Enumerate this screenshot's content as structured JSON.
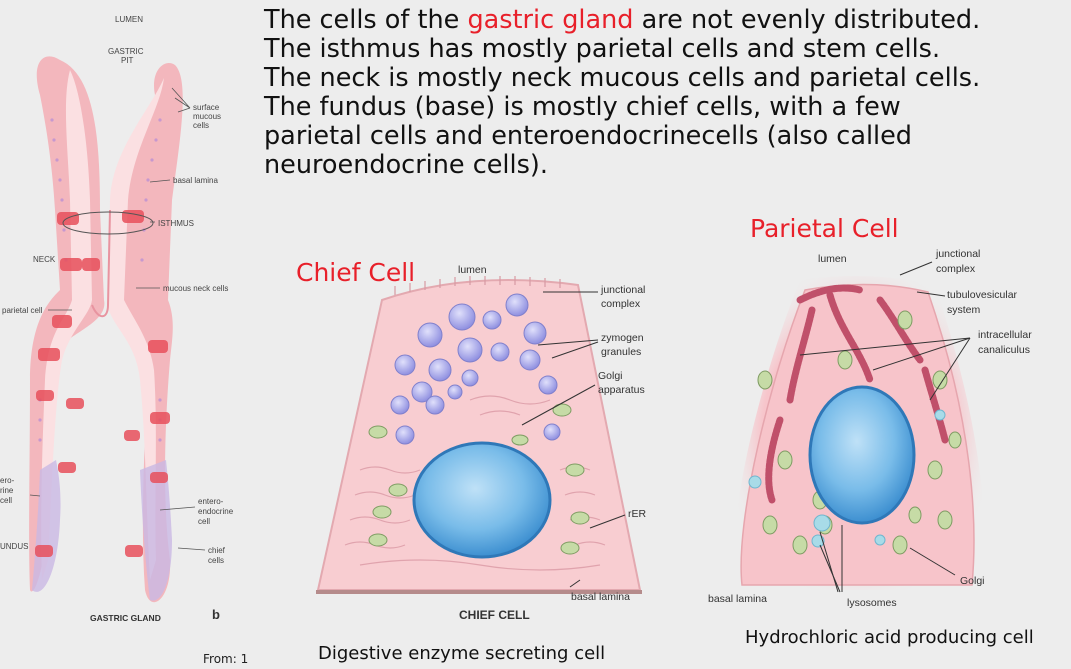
{
  "main_text": {
    "line1_pre": "The cells of the ",
    "line1_highlight": "gastric gland",
    "line1_post": " are not evenly distributed.",
    "line2": "The isthmus has mostly parietal cells and stem cells.",
    "line3": "The neck is mostly neck mucous cells and parietal cells.",
    "line4": "The fundus (base) is mostly chief cells, with a few",
    "line5": "parietal cells and enteroendocrinecells (also called",
    "line6": "neuroendocrine cells)."
  },
  "gland": {
    "lumen": "LUMEN",
    "gastric_pit_1": "GASTRIC",
    "gastric_pit_2": "PIT",
    "surface_mucous_1": "surface",
    "surface_mucous_2": "mucous",
    "surface_mucous_3": "cells",
    "basal_lamina": "basal lamina",
    "isthmus": "ISTHMUS",
    "neck": "NECK",
    "mucous_neck_cells": "mucous neck cells",
    "parietal_cell": "parietal cell",
    "entero_left_1": "ero-",
    "entero_left_2": "rine",
    "entero_left_3": "cell",
    "entero_right_1": "entero-",
    "entero_right_2": "endocrine",
    "entero_right_3": "cell",
    "fundus": "UNDUS",
    "chief_1": "chief",
    "chief_2": "cells",
    "title": "GASTRIC GLAND",
    "panel_letter": "b",
    "from": "From: 1"
  },
  "chief": {
    "title": "Chief Cell",
    "lumen": "lumen",
    "junctional_1": "junctional",
    "junctional_2": "complex",
    "zymogen_1": "zymogen",
    "zymogen_2": "granules",
    "golgi_1": "Golgi",
    "golgi_2": "apparatus",
    "rer": "rER",
    "basal_lamina": "basal lamina",
    "cell_label": "CHIEF CELL",
    "caption": "Digestive enzyme secreting cell"
  },
  "parietal": {
    "title": "Parietal Cell",
    "lumen": "lumen",
    "junctional_1": "junctional",
    "junctional_2": "complex",
    "tubulo_1": "tubulovesicular",
    "tubulo_2": "system",
    "intra_1": "intracellular",
    "intra_2": "canaliculus",
    "golgi": "Golgi",
    "basal_lamina": "basal lamina",
    "lysosomes": "lysosomes",
    "caption": "Hydrochloric acid producing cell"
  },
  "colors": {
    "highlight": "#e8202a",
    "cell_pink": "#f6c8cc",
    "granule_blue": "#a9a8e8",
    "nucleus_blue": "#5aa9e0",
    "canaliculus": "#c0506a"
  }
}
